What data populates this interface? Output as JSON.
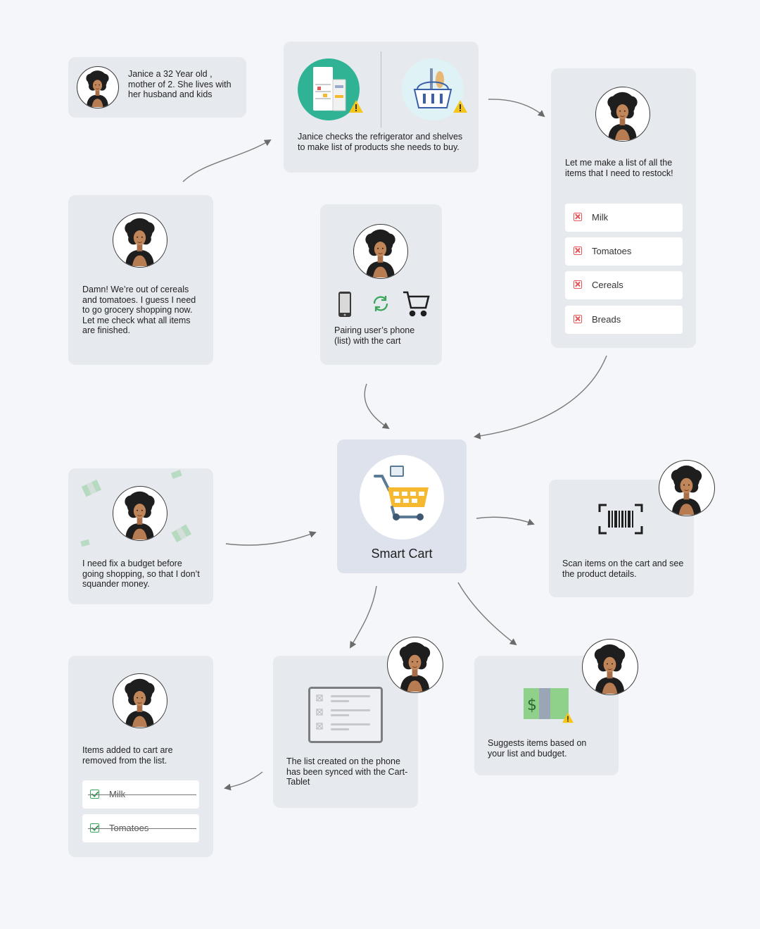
{
  "persona": {
    "text": "Janice a 32 Year old , mother of 2. She lives with her husband and kids"
  },
  "check": {
    "text": "Janice checks the refrigerator and shelves to make list of products she needs to buy."
  },
  "realize": {
    "text": "Damn! We’re out of cereals and tomatoes. I guess I need to go grocery shopping now. Let me check what all items are finished."
  },
  "pairing": {
    "text": "Pairing user’s phone (list) with the cart"
  },
  "restock": {
    "text": "Let me make a list of all the items that I need to restock!",
    "items": [
      "Milk",
      "Tomatoes",
      "Cereals",
      "Breads"
    ]
  },
  "budget": {
    "text": "I need fix a budget before going shopping, so that I don’t squander money."
  },
  "smart_cart": {
    "label": "Smart Cart"
  },
  "scan": {
    "text": "Scan items on the cart and see the product details."
  },
  "removed": {
    "text": "Items added to cart are removed from the list.",
    "items": [
      "Milk",
      "Tomatoes"
    ]
  },
  "synced": {
    "text": "The list created on the phone has been synced with the Cart-Tablet"
  },
  "suggest": {
    "text": "Suggests items based on your list and budget."
  },
  "colors": {
    "card": "#e6e9ee",
    "center_card": "#dde2ec",
    "accent_red": "#e05a5a",
    "accent_green": "#3aa55a",
    "cart_yellow": "#f5b82e"
  },
  "icons": [
    "avatar-woman-icon",
    "refrigerator-icon",
    "basket-icon",
    "warning-icon",
    "phone-icon",
    "sync-icon",
    "cart-icon",
    "smart-cart-icon",
    "barcode-icon",
    "tablet-list-icon",
    "money-icon"
  ]
}
